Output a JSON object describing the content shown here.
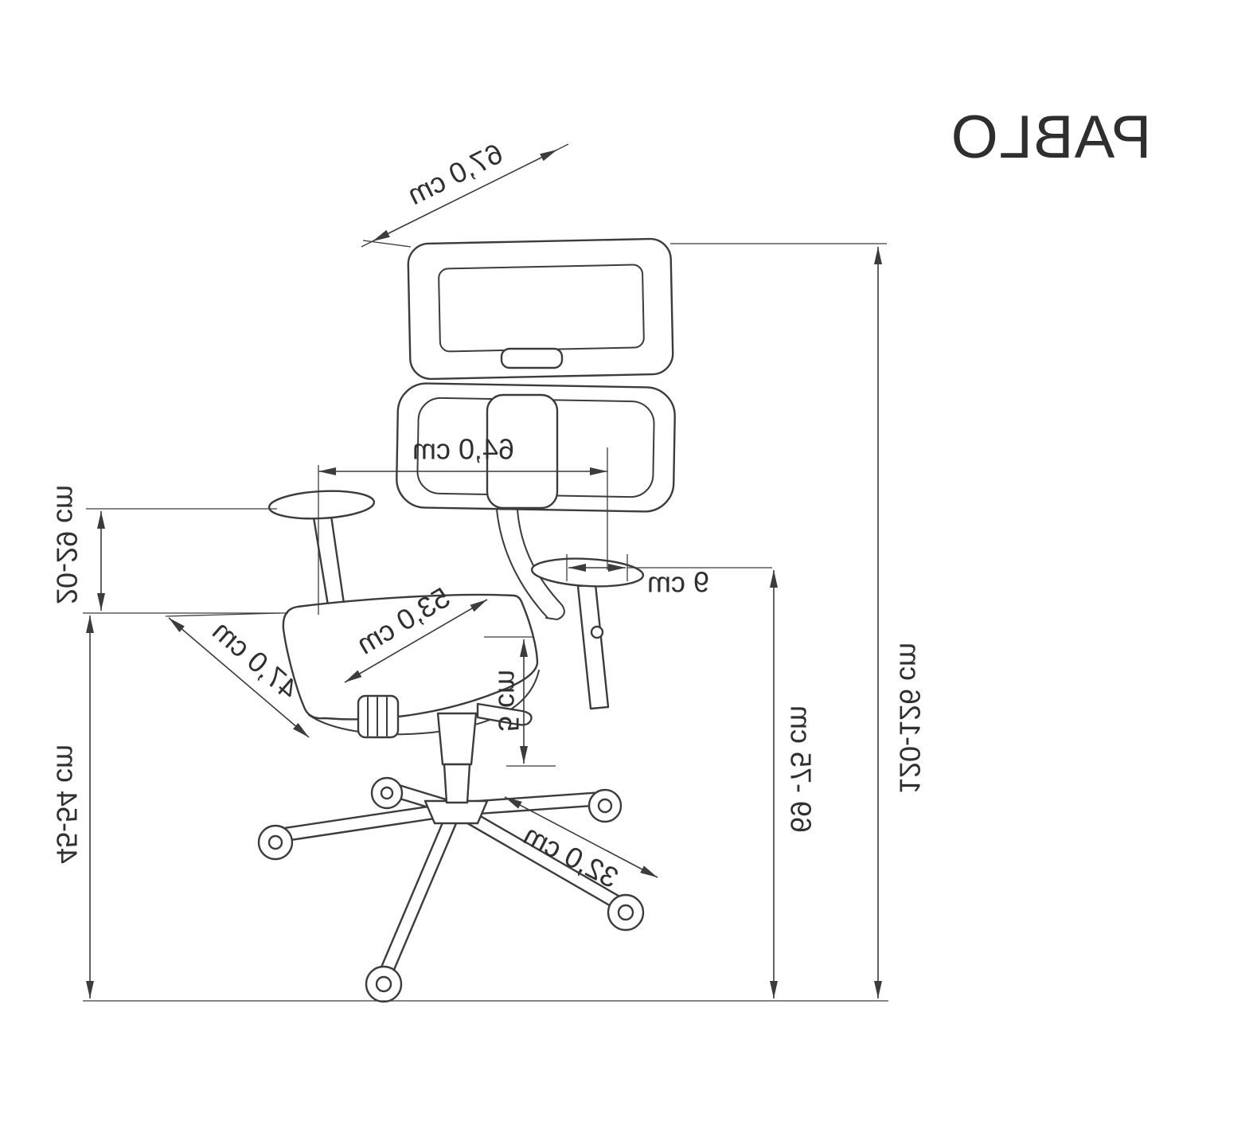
{
  "title": "PABLO",
  "dimensions": {
    "backrest_top_width": "67,0 cm",
    "overall_height": "120-126 cm",
    "armrest_floor_height": "69 -75 cm",
    "armrest_over_seat_height": "20-29 cm",
    "seat_height": "45-54 cm",
    "backrest_width": "64,0 cm",
    "seat_depth": "53,0 cm",
    "seat_width": "47,0 cm",
    "armrest_pad_depth": "9 cm",
    "seat_cushion_thickness": "5 cm",
    "base_arm_length": "32,0 cm"
  }
}
